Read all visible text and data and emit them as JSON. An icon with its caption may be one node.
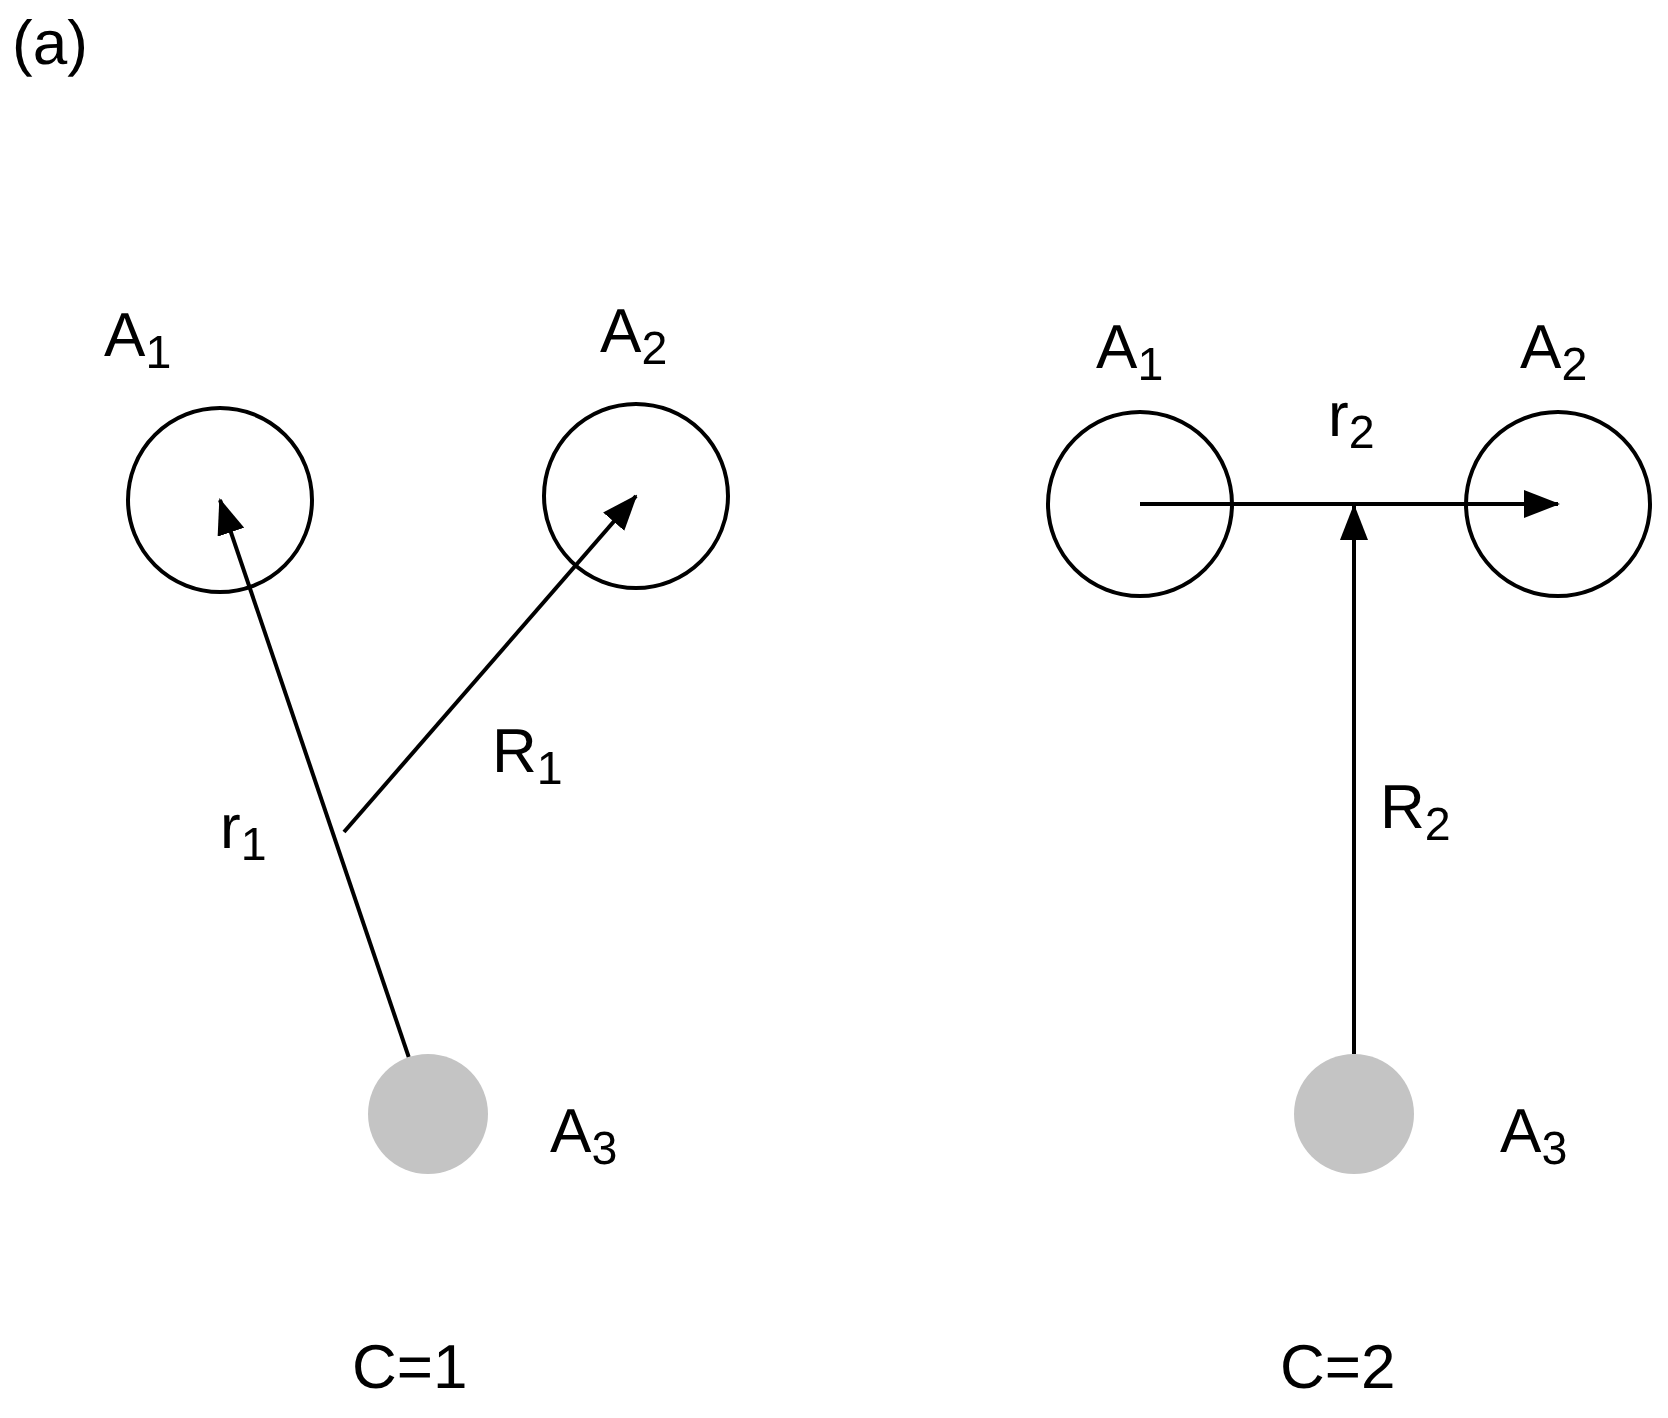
{
  "diagram": {
    "nodes": [
      {
        "text": [],
        "shape": "circle",
        "beside": [
          "A$_{1}$"
        ]
      },
      {
        "text": [],
        "shape": "circle",
        "beside": [
          "A$_{2}$"
        ]
      },
      {
        "text": [],
        "shape": "circle",
        "beside": [
          "A$_{3}$"
        ]
      },
      {
        "text": [],
        "shape": "circle",
        "beside": [
          "A$_{1}$"
        ]
      },
      {
        "text": [],
        "shape": "circle",
        "beside": [
          "A$_{2}$"
        ]
      },
      {
        "text": [],
        "shape": "circle",
        "beside": [
          "A$_{3}$"
        ]
      }
    ],
    "edges": [
      {
        "from": 2,
        "to": 0,
        "arrow": "to",
        "label": "r$_{1}$"
      },
      {
        "from": null,
        "to": 1,
        "arrow": "to",
        "label": "R$_{1}$"
      },
      {
        "from": 3,
        "to": 4,
        "arrow": "to",
        "label": "r$_{2}$"
      },
      {
        "from": 5,
        "to": null,
        "arrow": "to",
        "label": "R$_{2}$"
      }
    ],
    "labels": [
      "(a)",
      "C=1",
      "C=2"
    ]
  }
}
